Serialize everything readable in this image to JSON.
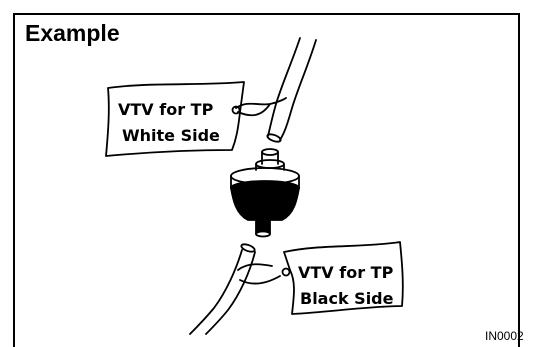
{
  "title": "Example",
  "figure_code": "IN0002",
  "tags": {
    "white_side": {
      "line1": "VTV for TP",
      "line2": "White Side"
    },
    "black_side": {
      "line1": "VTV for TP",
      "line2": "Black Side"
    }
  }
}
